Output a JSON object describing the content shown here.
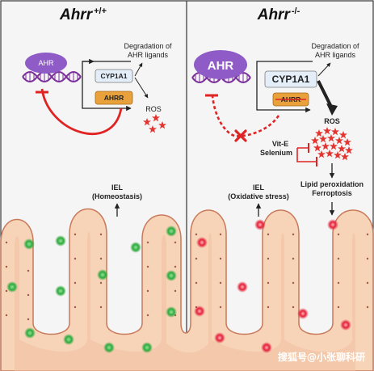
{
  "panels": {
    "left": {
      "title_gene": "Ahrr",
      "title_genotype": "+/+",
      "ahr": "AHR",
      "cyp1a1": "CYP1A1",
      "ahrr": "AHRR",
      "degradation": [
        "Degradation of",
        "AHR ligands"
      ],
      "ros": "ROS",
      "iel": "IEL",
      "iel_state": "(Homeostasis)"
    },
    "right": {
      "title_gene": "Ahrr",
      "title_genotype": "-/-",
      "ahr": "AHR",
      "cyp1a1": "CYP1A1",
      "ahrr": "AHRR",
      "degradation": [
        "Degradation of",
        "AHR ligands"
      ],
      "ros": "ROS",
      "vit_e": "Vit-E",
      "selenium": "Selenium",
      "outcome": [
        "Lipid peroxidation",
        "Ferroptosis"
      ],
      "iel": "IEL",
      "iel_state": "(Oxidative stress)"
    }
  },
  "watermark": "搜狐号@小张聊科研",
  "colors": {
    "ahr_purple": "#8e5bc7",
    "dna_purple": "#7b2f9a",
    "inhibit_red": "#e02424",
    "ros_red": "#e3342f",
    "ahrr_orange": "#e9a23b",
    "cyp_box": "#e4eef8",
    "villus_fill": "#f7d3b8",
    "villus_edge": "#c97a5a",
    "lumen_bg": "#fcefe6",
    "iel_green": "#2faa3c",
    "iel_red": "#e4213a",
    "panel_bg": "#f5f5f5"
  },
  "icons": [
    "inhibit-arrow-icon",
    "block-x-icon",
    "ros-burst-icon",
    "dna-helix-icon"
  ]
}
